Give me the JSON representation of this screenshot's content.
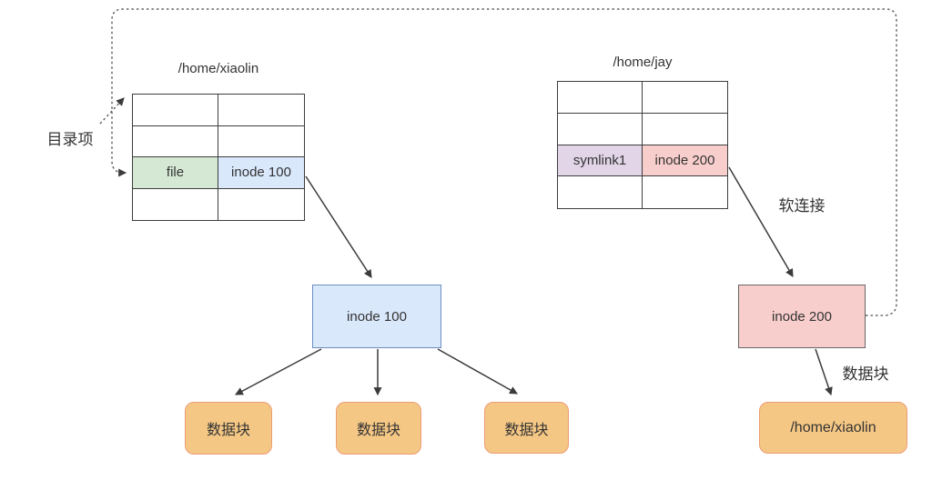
{
  "labels": {
    "directory_entry": "目录项",
    "soft_link": "软连接",
    "data_block": "数据块"
  },
  "left_table": {
    "title": "/home/xiaolin",
    "highlighted_row": {
      "name": "file",
      "inode": "inode 100"
    }
  },
  "right_table": {
    "title": "/home/jay",
    "highlighted_row": {
      "name": "symlink1",
      "inode": "inode 200"
    }
  },
  "inode_boxes": {
    "inode100": "inode 100",
    "inode200": "inode 200"
  },
  "data_blocks": [
    "数据块",
    "数据块",
    "数据块"
  ],
  "symlink_target_block": "/home/xiaolin",
  "colors": {
    "file_cell": "#d5e8d4",
    "inode100_cell": "#dae8fc",
    "symlink_cell": "#e1d5e7",
    "inode200_cell": "#f8cecc",
    "inode100_box_fill": "#dae8fc",
    "inode100_box_border": "#6c8ebf",
    "inode200_box_fill": "#f8cecc",
    "inode200_box_border": "#666666",
    "data_block_fill": "#f5c784",
    "data_block_border": "#ec9c76",
    "table_border": "#3d3d3d",
    "arrow": "#3b3b3b",
    "dashed_line": "#666666",
    "text": "#333333"
  }
}
